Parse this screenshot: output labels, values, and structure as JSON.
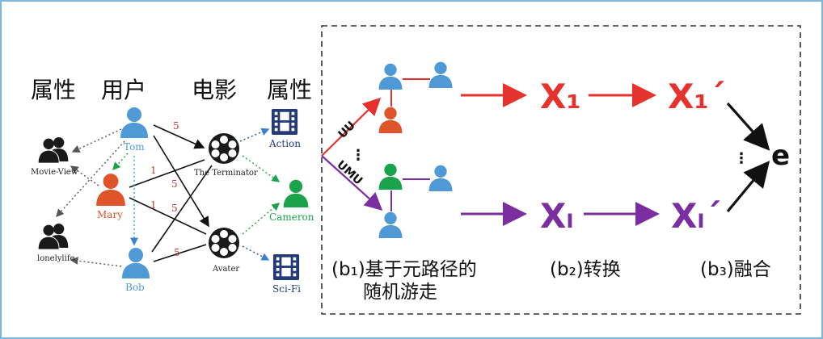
{
  "left": {
    "headers": {
      "attr1": "属性",
      "user": "用户",
      "movie": "电影",
      "attr2": "属性"
    },
    "nodes": {
      "movie_view": "Movie-View",
      "lonelylife": "lonelylife",
      "tom": "Tom",
      "mary": "Mary",
      "bob": "Bob",
      "terminator": "The Terminator",
      "avater": "Avater",
      "action": "Action",
      "cameron": "Cameron",
      "scifi": "Sci-Fi"
    },
    "edge_weights": {
      "tom_terminator": "5",
      "mary_terminator": "1",
      "tom_avater": "5",
      "mary_avater": "1",
      "mary_avater2": "5",
      "bob_avater": "5"
    }
  },
  "right": {
    "path_labels": {
      "uu": "UU",
      "umu": "UMU"
    },
    "ellipsis": "⋮",
    "x1": "X₁",
    "x1p": "X₁´",
    "xl": "Xₗ",
    "xlp": "Xₗ´",
    "e": "e",
    "step_b1": "(b₁)基于元路径的",
    "step_b1_line2": "随机游走",
    "step_b2": "(b₂)转换",
    "step_b3": "(b₃)融合"
  },
  "colors": {
    "blue_user": "#4f9ad6",
    "red": "#e5322d",
    "purple": "#7b2ea0",
    "green": "#1aa34a",
    "navy": "#223a7a",
    "frame": "#79b6e0"
  }
}
